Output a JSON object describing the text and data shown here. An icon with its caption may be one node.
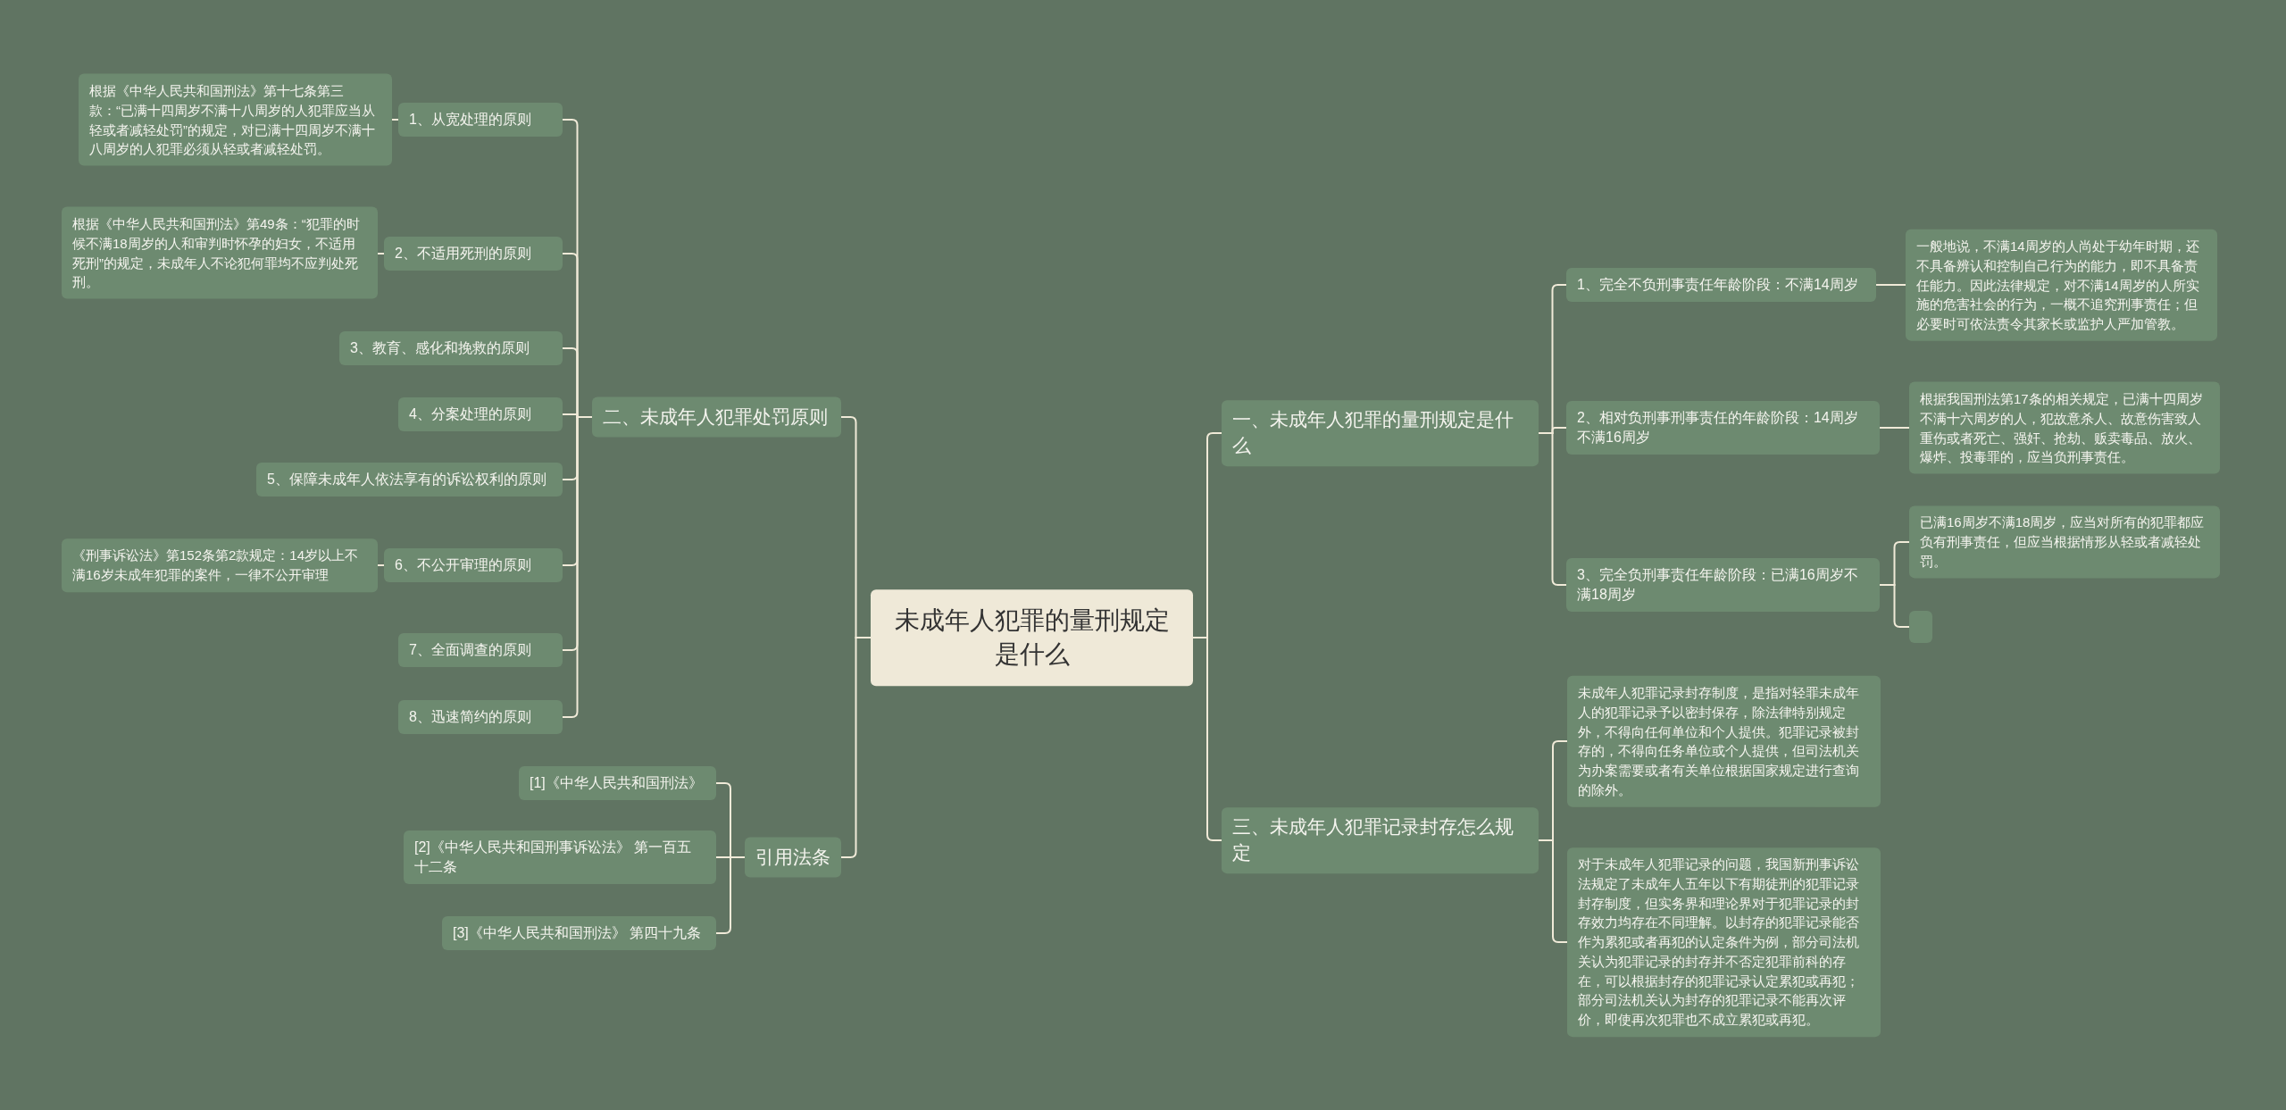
{
  "diagram": {
    "nodes": [
      {
        "text": [
          "未成年人犯罪的量刑规定是什么"
        ]
      },
      {
        "text": [
          "二、未成年人犯罪处罚原则"
        ]
      },
      {
        "text": [
          "引用法条"
        ]
      },
      {
        "text": [
          "一、未成年人犯罪的量刑规定是什么"
        ]
      },
      {
        "text": [
          "三、未成年人犯罪记录封存怎么规定"
        ]
      },
      {
        "text": [
          "1、从宽处理的原则"
        ]
      },
      {
        "text": [
          "根据《中华人民共和国刑法》第十七条第三款：“已满十四周岁不满十八周岁的人犯罪应当从轻或者减轻处罚”的规定，对已满十四周岁不满十八周岁的人犯罪必须从轻或者减轻处罚。"
        ]
      },
      {
        "text": [
          "2、不适用死刑的原则"
        ]
      },
      {
        "text": [
          "根据《中华人民共和国刑法》第49条：“犯罪的时候不满18周岁的人和审判时怀孕的妇女，不适用死刑”的规定，未成年人不论犯何罪均不应判处死刑。"
        ]
      },
      {
        "text": [
          "3、教育、感化和挽救的原则"
        ]
      },
      {
        "text": [
          "4、分案处理的原则"
        ]
      },
      {
        "text": [
          "5、保障未成年人依法享有的诉讼权利的原则"
        ]
      },
      {
        "text": [
          "6、不公开审理的原则"
        ]
      },
      {
        "text": [
          "《刑事诉讼法》第152条第2款规定：14岁以上不满16岁未成年犯罪的案件，一律不公开审理"
        ]
      },
      {
        "text": [
          "7、全面调查的原则"
        ]
      },
      {
        "text": [
          "8、迅速简约的原则"
        ]
      },
      {
        "text": [
          "[1]《中华人民共和国刑法》"
        ]
      },
      {
        "text": [
          "[2]《中华人民共和国刑事诉讼法》 第一百五十二条"
        ]
      },
      {
        "text": [
          "[3]《中华人民共和国刑法》 第四十九条"
        ]
      },
      {
        "text": [
          "1、完全不负刑事责任年龄阶段：不满14周岁"
        ]
      },
      {
        "text": [
          "一般地说，不满14周岁的人尚处于幼年时期，还不具备辨认和控制自己行为的能力，即不具备责任能力。因此法律规定，对不满14周岁的人所实施的危害社会的行为，一概不追究刑事责任；但必要时可依法责令其家长或监护人严加管教。"
        ]
      },
      {
        "text": [
          "2、相对负刑事刑事责任的年龄阶段：14周岁不满16周岁"
        ]
      },
      {
        "text": [
          "根据我国刑法第17条的相关规定，已满十四周岁不满十六周岁的人，犯故意杀人、故意伤害致人重伤或者死亡、强奸、抢劫、贩卖毒品、放火、爆炸、投毒罪的，应当负刑事责任。"
        ]
      },
      {
        "text": [
          "3、完全负刑事责任年龄阶段：已满16周岁不满18周岁"
        ]
      },
      {
        "text": [
          "已满16周岁不满18周岁，应当对所有的犯罪都应负有刑事责任，但应当根据情形从轻或者减轻处罚。"
        ]
      },
      {
        "text": [],
        "shape": "box"
      },
      {
        "text": [
          "未成年人犯罪记录封存制度，是指对轻罪未成年人的犯罪记录予以密封保存，除法律特别规定外，不得向任何单位和个人提供。犯罪记录被封存的，不得向任务单位或个人提供，但司法机关为办案需要或者有关单位根据国家规定进行查询的除外。"
        ]
      },
      {
        "text": [
          "对于未成年人犯罪记录的问题，我国新刑事诉讼法规定了未成年人五年以下有期徒刑的犯罪记录封存制度，但实务界和理论界对于犯罪记录的封存效力均存在不同理解。以封存的犯罪记录能否作为累犯或者再犯的认定条件为例，部分司法机关认为犯罪记录的封存并不否定犯罪前科的存在，可以根据封存的犯罪记录认定累犯或再犯；部分司法机关认为封存的犯罪记录不能再次评价，即使再次犯罪也不成立累犯或再犯。"
        ]
      }
    ],
    "edges": [
      {
        "from": 0,
        "to": 1,
        "arrow": "none"
      },
      {
        "from": 0,
        "to": 2,
        "arrow": "none"
      },
      {
        "from": 0,
        "to": 3,
        "arrow": "none"
      },
      {
        "from": 0,
        "to": 4,
        "arrow": "none"
      },
      {
        "from": 1,
        "to": 5,
        "arrow": "none"
      },
      {
        "from": 5,
        "to": 6,
        "arrow": "none"
      },
      {
        "from": 1,
        "to": 7,
        "arrow": "none"
      },
      {
        "from": 7,
        "to": 8,
        "arrow": "none"
      },
      {
        "from": 1,
        "to": 9,
        "arrow": "none"
      },
      {
        "from": 1,
        "to": 10,
        "arrow": "none"
      },
      {
        "from": 1,
        "to": 11,
        "arrow": "none"
      },
      {
        "from": 1,
        "to": 12,
        "arrow": "none"
      },
      {
        "from": 12,
        "to": 13,
        "arrow": "none"
      },
      {
        "from": 1,
        "to": 14,
        "arrow": "none"
      },
      {
        "from": 1,
        "to": 15,
        "arrow": "none"
      },
      {
        "from": 2,
        "to": 16,
        "arrow": "none"
      },
      {
        "from": 2,
        "to": 17,
        "arrow": "none"
      },
      {
        "from": 2,
        "to": 18,
        "arrow": "none"
      },
      {
        "from": 3,
        "to": 19,
        "arrow": "none"
      },
      {
        "from": 19,
        "to": 20,
        "arrow": "none"
      },
      {
        "from": 3,
        "to": 21,
        "arrow": "none"
      },
      {
        "from": 21,
        "to": 22,
        "arrow": "none"
      },
      {
        "from": 3,
        "to": 23,
        "arrow": "none"
      },
      {
        "from": 23,
        "to": 24,
        "arrow": "none"
      },
      {
        "from": 23,
        "to": 25,
        "arrow": "none"
      },
      {
        "from": 4,
        "to": 26,
        "arrow": "none"
      },
      {
        "from": 4,
        "to": 27,
        "arrow": "none"
      }
    ]
  }
}
